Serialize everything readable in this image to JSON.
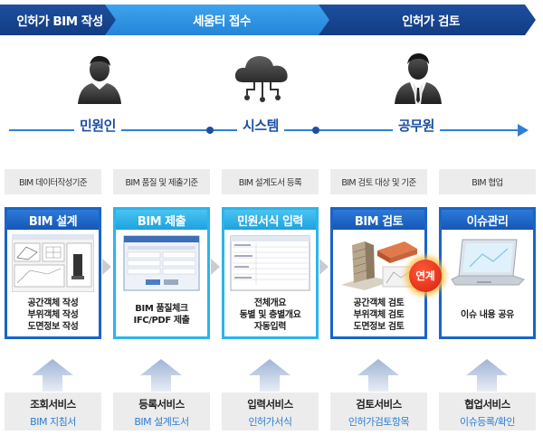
{
  "stages": [
    "인허가 BIM 작성",
    "세움터 접수",
    "인허가 검토"
  ],
  "actors": [
    "민원인",
    "시스템",
    "공무원"
  ],
  "columns": [
    {
      "standard": "BIM 데이터작성기준",
      "title": "BIM 설계",
      "lines": [
        "공간객체 작성",
        "부위객체 작성",
        "도면정보 작성"
      ],
      "service": "조회서비스",
      "service_item": "BIM 지침서"
    },
    {
      "standard": "BIM 품질 및 제출기준",
      "title": "BIM 제출",
      "lines": [
        "BIM 품질체크",
        "IFC/PDF 제출"
      ],
      "service": "등록서비스",
      "service_item": "BIM 설계도서"
    },
    {
      "standard": "BIM 설계도서 등록",
      "title": "민원서식 입력",
      "lines": [
        "전체개요",
        "동별 및 층별개요",
        "자동입력"
      ],
      "service": "입력서비스",
      "service_item": "인허가서식"
    },
    {
      "standard": "BIM 검토 대상 및 기준",
      "title": "BIM 검토",
      "lines": [
        "공간객체 검토",
        "부위객체 검토",
        "도면정보 검토"
      ],
      "service": "검토서비스",
      "service_item": "인허가검토항목"
    },
    {
      "standard": "BIM 협업",
      "title": "이슈관리",
      "lines": [
        "이슈 내용 공유"
      ],
      "service": "협업서비스",
      "service_item": "이슈등록/확인"
    }
  ],
  "link_badge": "연계",
  "colors": {
    "dark_blue": "#1c4fa3",
    "light_blue": "#2db4ea",
    "badge_red": "#e02a12",
    "service_item": "#2b7fd6"
  }
}
